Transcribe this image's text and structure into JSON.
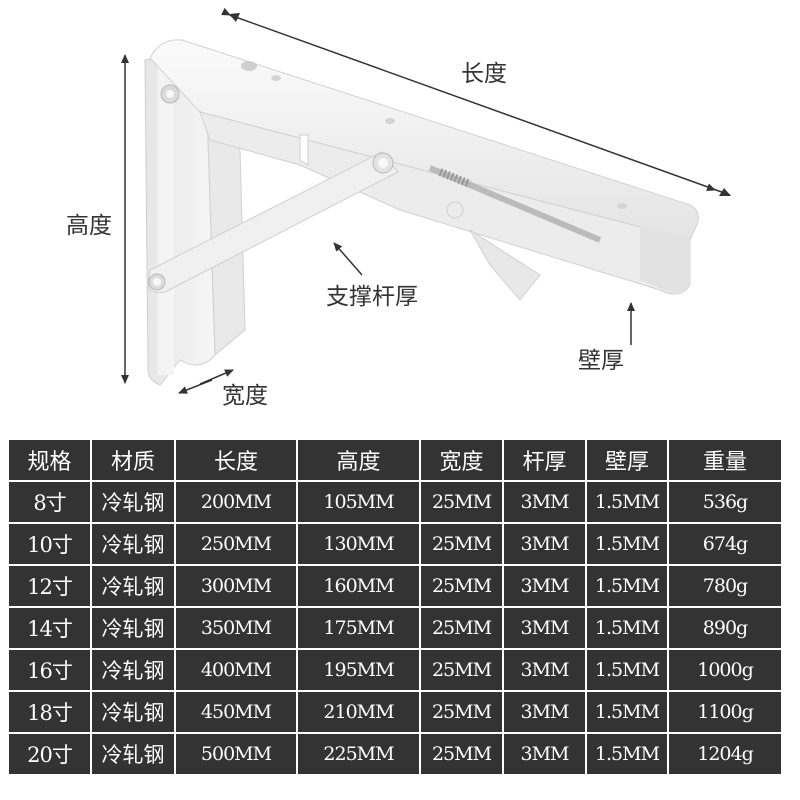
{
  "diagram": {
    "labels": {
      "length": "长度",
      "height": "高度",
      "brace_thickness": "支撑杆厚",
      "wall_thickness": "壁厚",
      "width": "宽度"
    },
    "colors": {
      "bracket": "#f2f2f2",
      "bracket_shadow": "#d6d6d6",
      "arrow": "#333333"
    }
  },
  "table": {
    "colors": {
      "background": "#333333",
      "text": "#ffffff",
      "border": "#ffffff"
    },
    "headers": [
      "规格",
      "材质",
      "长度",
      "高度",
      "宽度",
      "杆厚",
      "壁厚",
      "重量"
    ],
    "rows": [
      [
        "8寸",
        "冷轧钢",
        "200MM",
        "105MM",
        "25MM",
        "3MM",
        "1.5MM",
        "536g"
      ],
      [
        "10寸",
        "冷轧钢",
        "250MM",
        "130MM",
        "25MM",
        "3MM",
        "1.5MM",
        "674g"
      ],
      [
        "12寸",
        "冷轧钢",
        "300MM",
        "160MM",
        "25MM",
        "3MM",
        "1.5MM",
        "780g"
      ],
      [
        "14寸",
        "冷轧钢",
        "350MM",
        "175MM",
        "25MM",
        "3MM",
        "1.5MM",
        "890g"
      ],
      [
        "16寸",
        "冷轧钢",
        "400MM",
        "195MM",
        "25MM",
        "3MM",
        "1.5MM",
        "1000g"
      ],
      [
        "18寸",
        "冷轧钢",
        "450MM",
        "210MM",
        "25MM",
        "3MM",
        "1.5MM",
        "1100g"
      ],
      [
        "20寸",
        "冷轧钢",
        "500MM",
        "225MM",
        "25MM",
        "3MM",
        "1.5MM",
        "1204g"
      ]
    ]
  }
}
